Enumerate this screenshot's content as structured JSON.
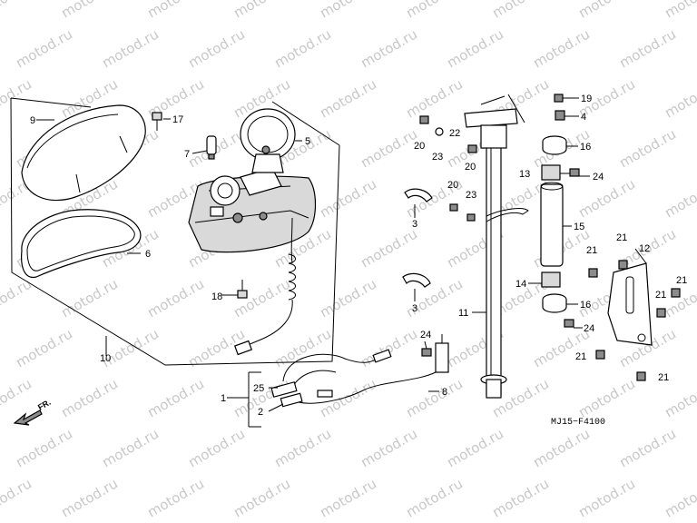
{
  "diagram_code": "MJ15−F4100",
  "watermark": "motod.ru",
  "direction_label": "FR.",
  "callouts": [
    {
      "id": "c1",
      "text": "1"
    },
    {
      "id": "c2",
      "text": "2"
    },
    {
      "id": "c3a",
      "text": "3"
    },
    {
      "id": "c3b",
      "text": "3"
    },
    {
      "id": "c4",
      "text": "4"
    },
    {
      "id": "c5",
      "text": "5"
    },
    {
      "id": "c6",
      "text": "6"
    },
    {
      "id": "c7",
      "text": "7"
    },
    {
      "id": "c8",
      "text": "8"
    },
    {
      "id": "c9",
      "text": "9"
    },
    {
      "id": "c10",
      "text": "10"
    },
    {
      "id": "c11",
      "text": "11"
    },
    {
      "id": "c12",
      "text": "12"
    },
    {
      "id": "c13",
      "text": "13"
    },
    {
      "id": "c14",
      "text": "14"
    },
    {
      "id": "c15",
      "text": "15"
    },
    {
      "id": "c16a",
      "text": "16"
    },
    {
      "id": "c16b",
      "text": "16"
    },
    {
      "id": "c17",
      "text": "17"
    },
    {
      "id": "c18",
      "text": "18"
    },
    {
      "id": "c19",
      "text": "19"
    },
    {
      "id": "c20a",
      "text": "20"
    },
    {
      "id": "c20b",
      "text": "20"
    },
    {
      "id": "c20c",
      "text": "20"
    },
    {
      "id": "c21a",
      "text": "21"
    },
    {
      "id": "c21b",
      "text": "21"
    },
    {
      "id": "c21c",
      "text": "21"
    },
    {
      "id": "c21d",
      "text": "21"
    },
    {
      "id": "c21e",
      "text": "21"
    },
    {
      "id": "c21f",
      "text": "21"
    },
    {
      "id": "c22",
      "text": "22"
    },
    {
      "id": "c23a",
      "text": "23"
    },
    {
      "id": "c23b",
      "text": "23"
    },
    {
      "id": "c24a",
      "text": "24"
    },
    {
      "id": "c24b",
      "text": "24"
    },
    {
      "id": "c24c",
      "text": "24"
    },
    {
      "id": "c25",
      "text": "25"
    }
  ]
}
